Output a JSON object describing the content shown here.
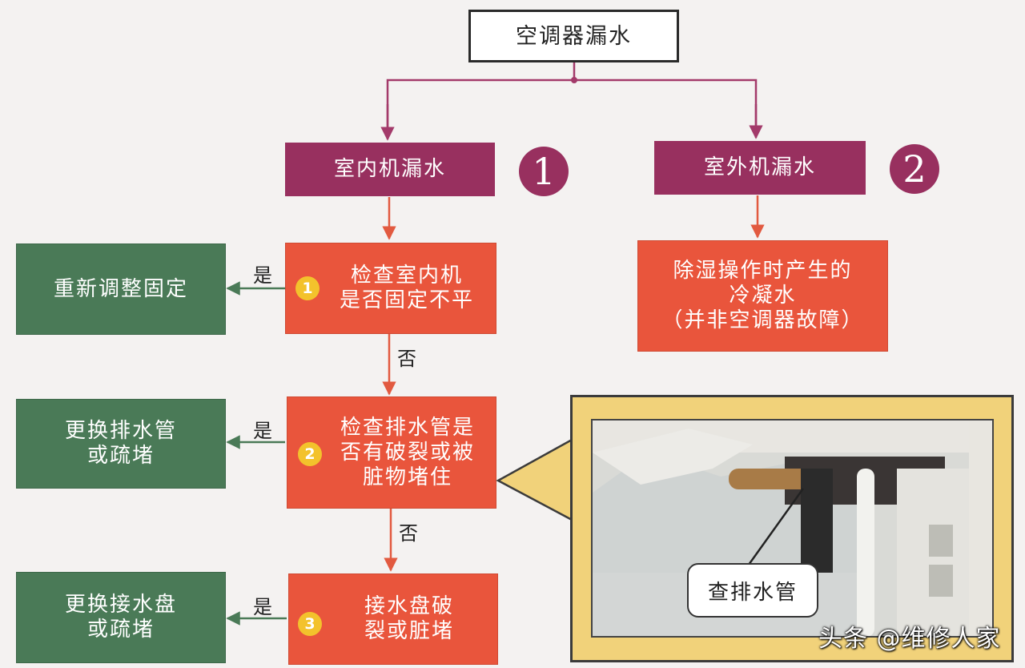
{
  "title": "空调器漏水",
  "branches": {
    "indoor": {
      "label": "室内机漏水",
      "badge": "1"
    },
    "outdoor": {
      "label": "室外机漏水",
      "badge": "2"
    }
  },
  "outdoor_result": "除湿操作时产生的\n冷凝水\n（并非空调器故障）",
  "checks": [
    {
      "num": "1",
      "text": "检查室内机\n是否固定不平",
      "fix": "重新调整固定"
    },
    {
      "num": "2",
      "text": "检查排水管是\n否有破裂或被\n脏物堵住",
      "fix": "更换排水管\n或疏堵"
    },
    {
      "num": "3",
      "text": "接水盘破\n裂或脏堵",
      "fix": "更换接水盘\n或疏堵"
    }
  ],
  "yes_label": "是",
  "no_label": "否",
  "photo_callout": "查排水管",
  "watermark": "头条 @维修人家",
  "colors": {
    "purple": "#98305f",
    "orange": "#e9553c",
    "green": "#4a7a57",
    "yellow": "#f3c22c",
    "callout_bg": "#f1d27a"
  }
}
